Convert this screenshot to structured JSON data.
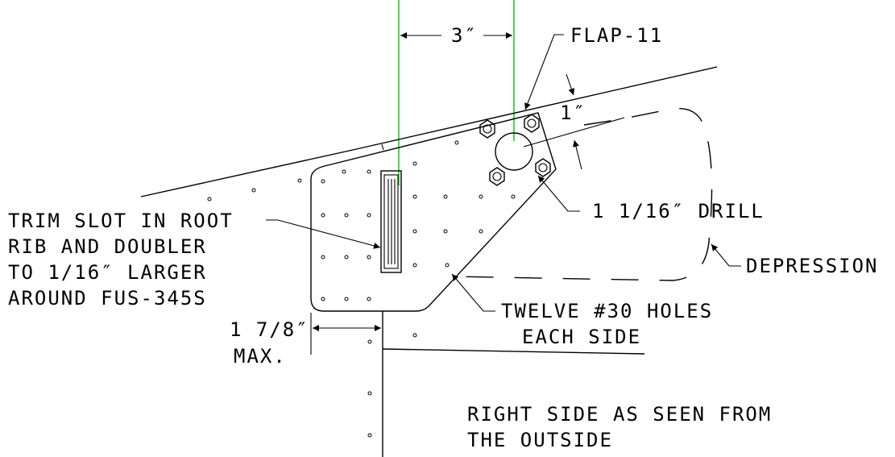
{
  "labels": {
    "dim_3": "3″",
    "flap": "FLAP-11",
    "dim_1": "1″",
    "drill": "1 1/16″ DRILL",
    "depression": "DEPRESSION",
    "trim_line1": "TRIM SLOT IN ROOT",
    "trim_line2": "RIB AND DOUBLER",
    "trim_line3": "TO 1/16″ LARGER",
    "trim_line4": "AROUND FUS-345S",
    "holes_line1": "TWELVE #30 HOLES",
    "holes_line2": "EACH SIDE",
    "dim_178": "1 7/8″",
    "max": "MAX.",
    "view_line1": "RIGHT SIDE AS SEEN FROM",
    "view_line2": "THE OUTSIDE"
  },
  "colors": {
    "lines": "#000000",
    "centerlines": "#00c800",
    "background": "#ffffff"
  }
}
